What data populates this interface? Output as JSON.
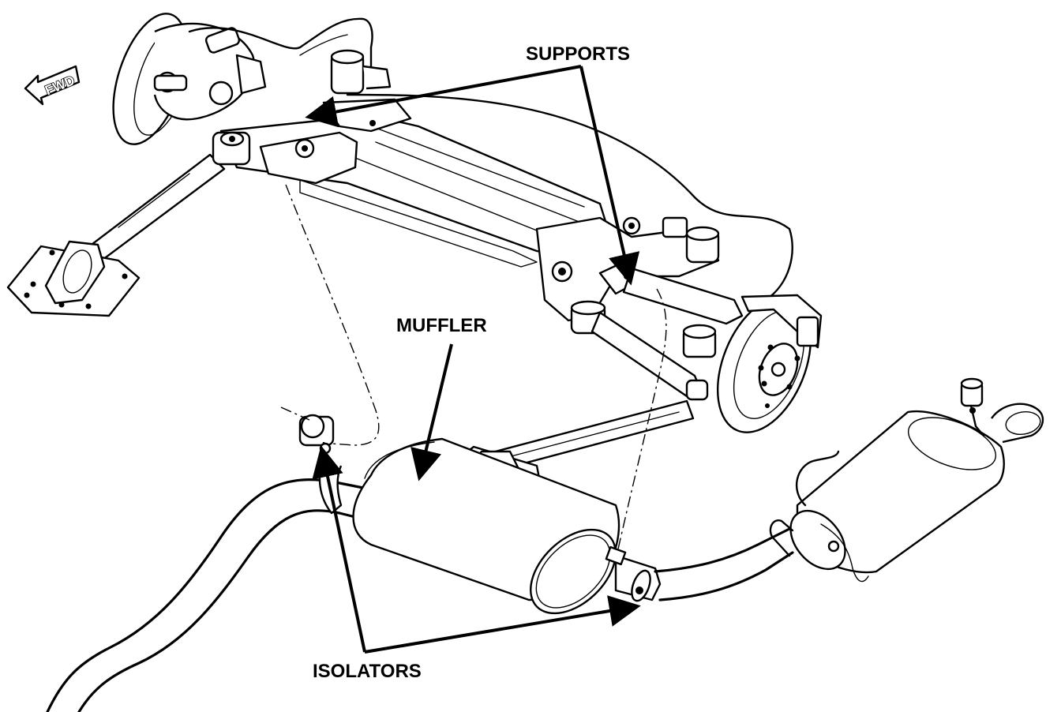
{
  "labels": {
    "supports": "SUPPORTS",
    "muffler": "MUFFLER",
    "isolators": "ISOLATORS",
    "forward": "FWD"
  },
  "colors": {
    "ink": "#000000",
    "paper": "#ffffff"
  },
  "icons": {
    "forward_arrow": "arrow-left-outline"
  }
}
